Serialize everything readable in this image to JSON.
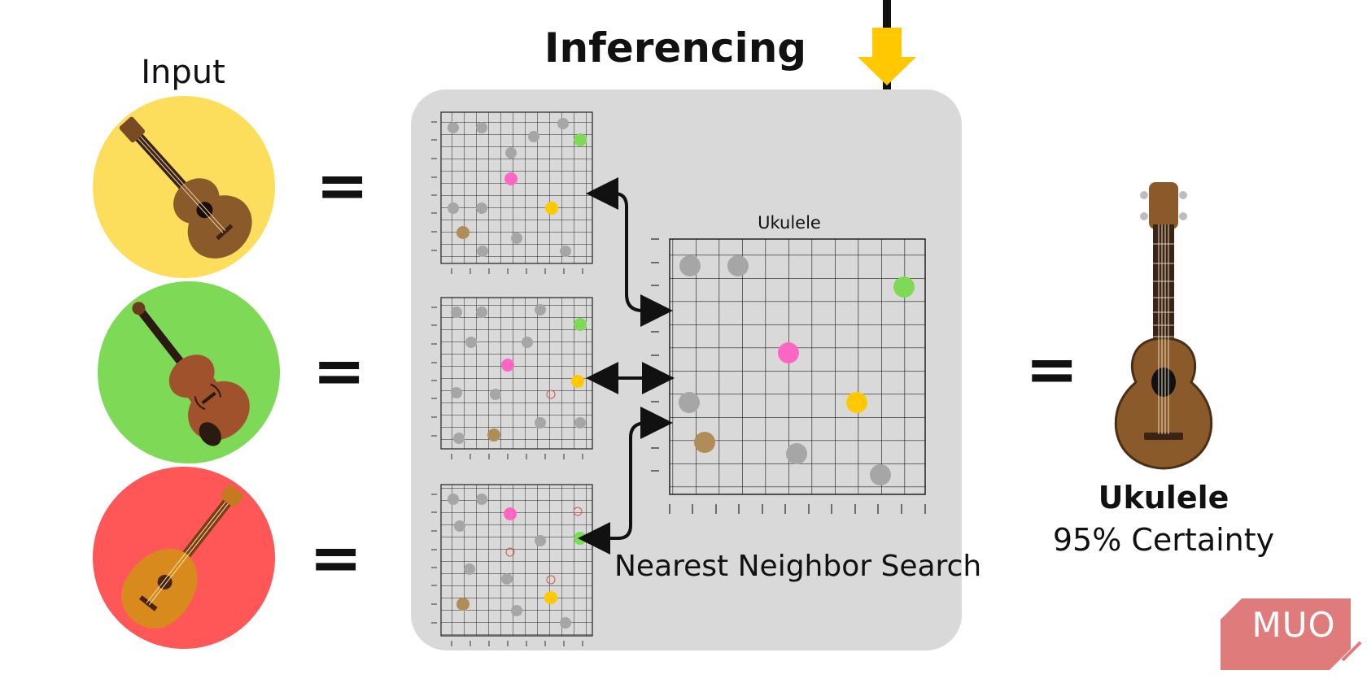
{
  "diagram": {
    "title": "Inferencing",
    "input_label": "Input",
    "equals_sign": "=",
    "inputs": [
      {
        "instrument": "ukulele-icon",
        "circle_color": "#FDDD5C"
      },
      {
        "instrument": "violin-icon",
        "circle_color": "#7ED957"
      },
      {
        "instrument": "mandolin-icon",
        "circle_color": "#FF5757"
      }
    ],
    "big_grid_title": "Ukulele",
    "search_label": "Nearest Neighbor Search",
    "result": {
      "name": "Ukulele",
      "certainty": "95% Certainty",
      "image": "ukulele-icon"
    },
    "logo": "MUO",
    "colors": {
      "panel": "#D9D9D9",
      "dot_gray": "#A6A6A6",
      "dot_green": "#7ED957",
      "dot_pink": "#FF66C4",
      "dot_yellow": "#FFC800",
      "dot_brown": "#B08D57",
      "arrow_yellow": "#FFC800",
      "logo_bg": "#E07B7B"
    }
  }
}
